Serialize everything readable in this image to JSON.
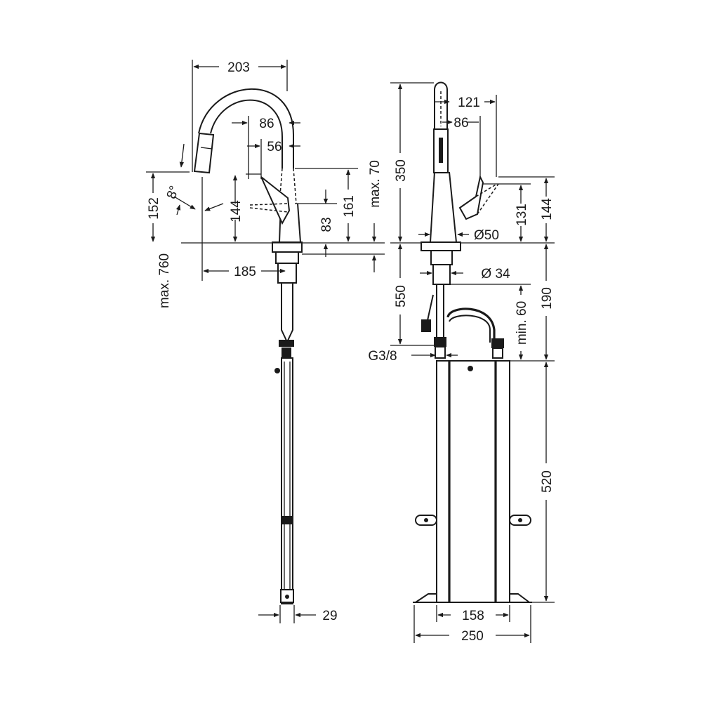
{
  "left_view": {
    "width_203": "203",
    "spout_86": "86",
    "spout_56": "56",
    "max_70": "max. 70",
    "height_161": "161",
    "height_83": "83",
    "height_144": "144",
    "height_152": "152",
    "angle_8": "8°",
    "max_760": "max. 760",
    "reach_185": "185",
    "hose_29": "29"
  },
  "right_view": {
    "height_350": "350",
    "width_121": "121",
    "width_86": "86",
    "height_131": "131",
    "height_144": "144",
    "base_d50": "Ø50",
    "shank_d34": "Ø 34",
    "length_550": "550",
    "min_60": "min. 60",
    "height_190": "190",
    "thread_g38": "G3/8",
    "box_520": "520",
    "box_158": "158",
    "box_250": "250"
  }
}
